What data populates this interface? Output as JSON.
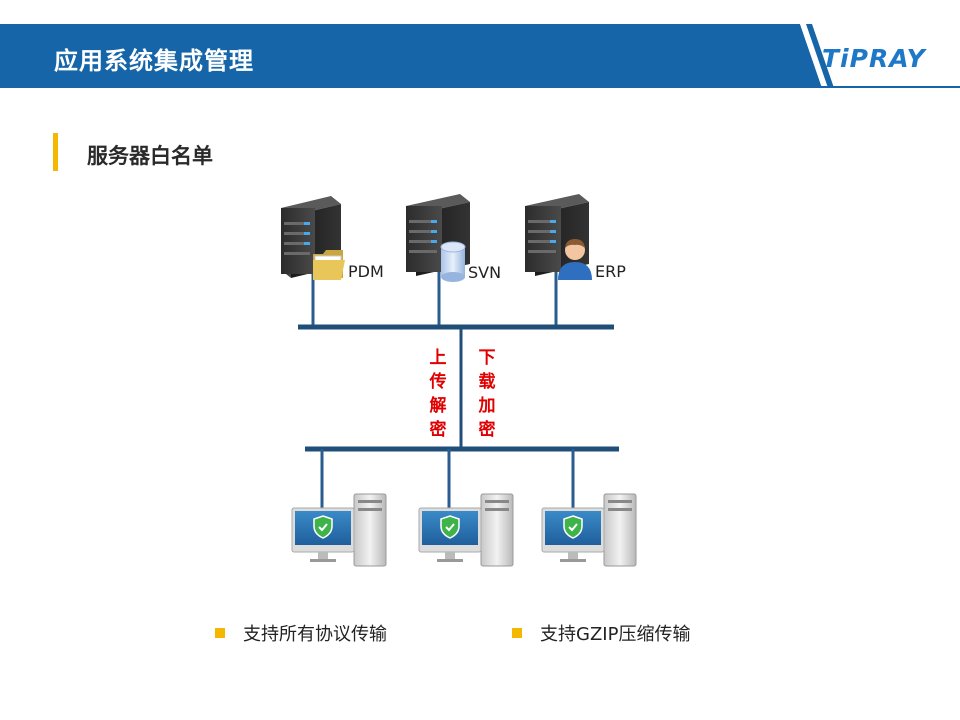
{
  "header": {
    "title": "应用系统集成管理",
    "logo_text": "TiPRAY",
    "color": "#1565a8"
  },
  "section": {
    "title": "服务器白名单",
    "accent": "#f5b800"
  },
  "servers": [
    {
      "label": "PDM",
      "badge": "folder-icon"
    },
    {
      "label": "SVN",
      "badge": "database-icon"
    },
    {
      "label": "ERP",
      "badge": "user-icon"
    }
  ],
  "flows": {
    "upload": "上传解密",
    "download": "下载加密",
    "color": "#e00000"
  },
  "clients": [
    {
      "icon": "shield-icon"
    },
    {
      "icon": "shield-icon"
    },
    {
      "icon": "shield-icon"
    }
  ],
  "bullets": [
    "支持所有协议传输",
    "支持GZIP压缩传输"
  ]
}
